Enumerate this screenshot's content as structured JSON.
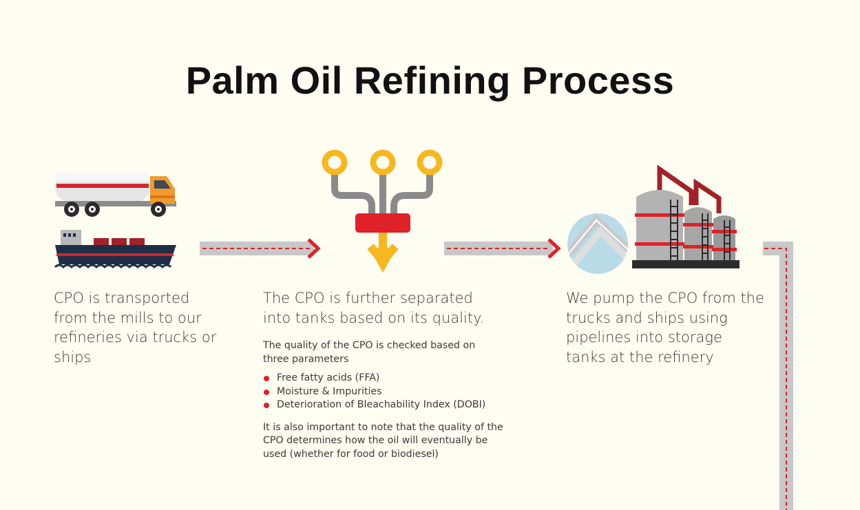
{
  "title": "Palm Oil Refining Process",
  "steps": [
    {
      "text": "CPO is transported from the mills to our refineries via trucks or ships",
      "icons": [
        "tanker-truck-icon",
        "cargo-ship-icon"
      ]
    },
    {
      "text": "The CPO is further separated into tanks based on its quality.",
      "detail": "The quality of the CPO is checked based on three parameters",
      "bullets": [
        "Free fatty acids (FFA)",
        "Moisture & Impurities",
        "Deterioration of Bleachability Index (DOBI)"
      ],
      "note": "It is also important to note that the quality of the CPO determines how the oil will eventually be used (whether for food or biodiesel)",
      "icons": [
        "separation-funnel-icon"
      ]
    },
    {
      "text": "We pump the CPO from the trucks and ships using pipelines into storage tanks at the refinery",
      "icons": [
        "pipeline-icon",
        "storage-tanks-icon"
      ]
    }
  ],
  "colors": {
    "background": "#fefdf1",
    "accent_red": "#e02127",
    "accent_yellow": "#f7b720",
    "connector_gray": "#c8c8c8",
    "truck_orange": "#f39a2b",
    "ship_navy": "#1f2e47"
  }
}
